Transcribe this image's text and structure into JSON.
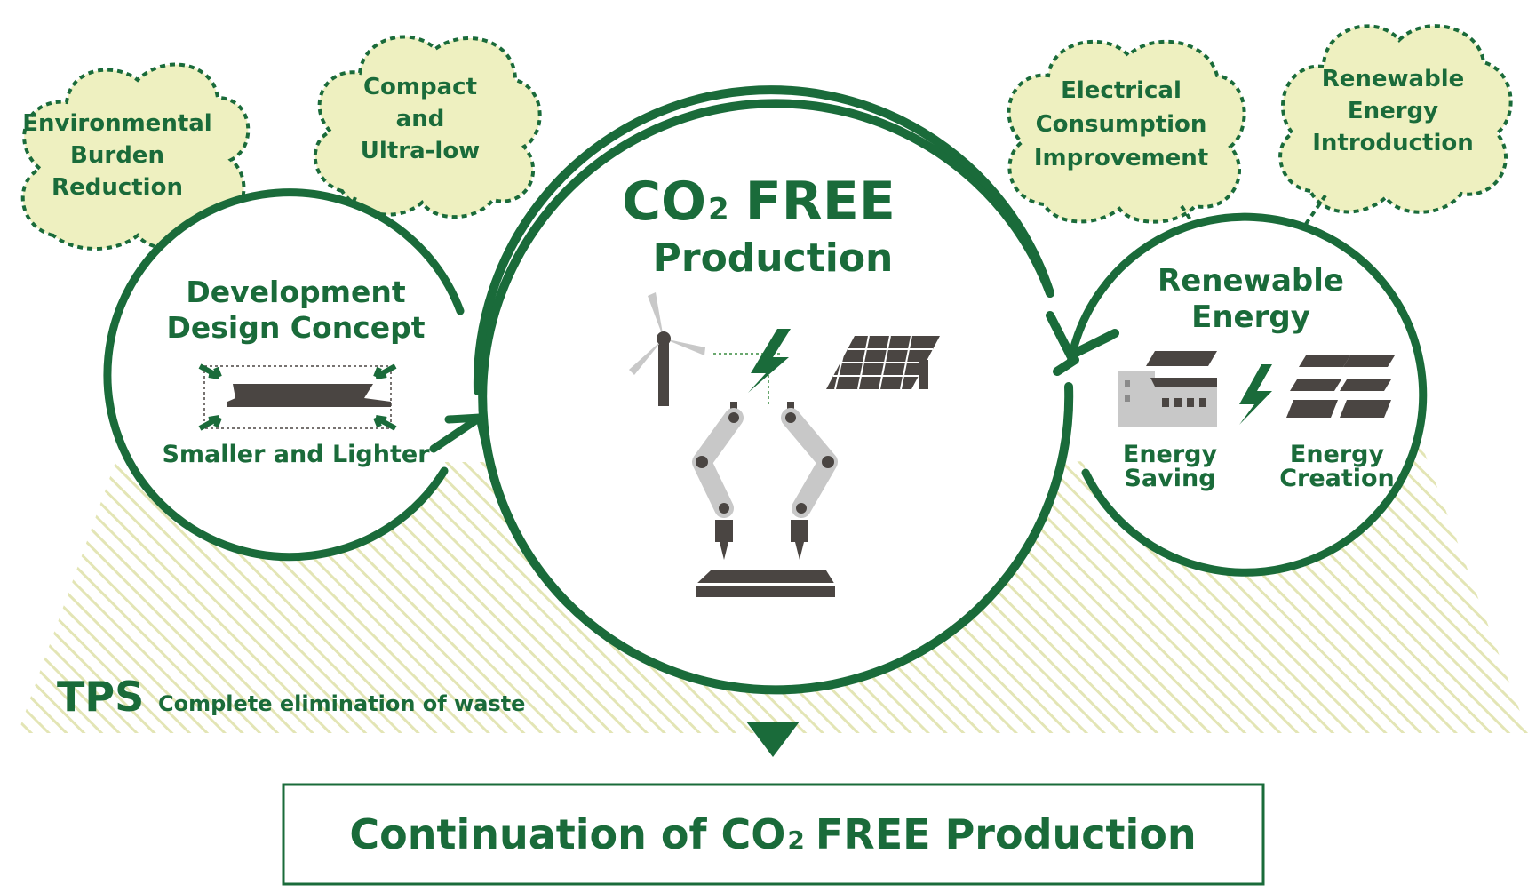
{
  "bubbles": {
    "env_burden": [
      "Environmental",
      "Burden",
      "Reduction"
    ],
    "compact": [
      "Compact",
      "and",
      "Ultra-low"
    ],
    "electrical": [
      "Electrical",
      "Consumption",
      "Improvement"
    ],
    "renewable_intro": [
      "Renewable",
      "Energy",
      "Introduction"
    ]
  },
  "left_circle": {
    "title_line1": "Development",
    "title_line2": "Design Concept",
    "caption": "Smaller and Lighter"
  },
  "center_circle": {
    "title_co": "CO",
    "title_sub": "2",
    "title_free": "FREE",
    "title_line2": "Production"
  },
  "right_circle": {
    "title_line1": "Renewable",
    "title_line2": "Energy",
    "saving_line1": "Energy",
    "saving_line2": "Saving",
    "creation_line1": "Energy",
    "creation_line2": "Creation"
  },
  "tps": {
    "label": "TPS",
    "description": "Complete elimination of waste"
  },
  "result_box": {
    "text_before": "Continuation of CO",
    "text_sub": "2",
    "text_after": "FREE Production"
  },
  "colors": {
    "green": "#1a6b3a",
    "bubble_fill": "#eef0c0",
    "hatch": "#e6e8b8",
    "gray_dark": "#4a4542",
    "gray_light": "#c8c8c8"
  }
}
